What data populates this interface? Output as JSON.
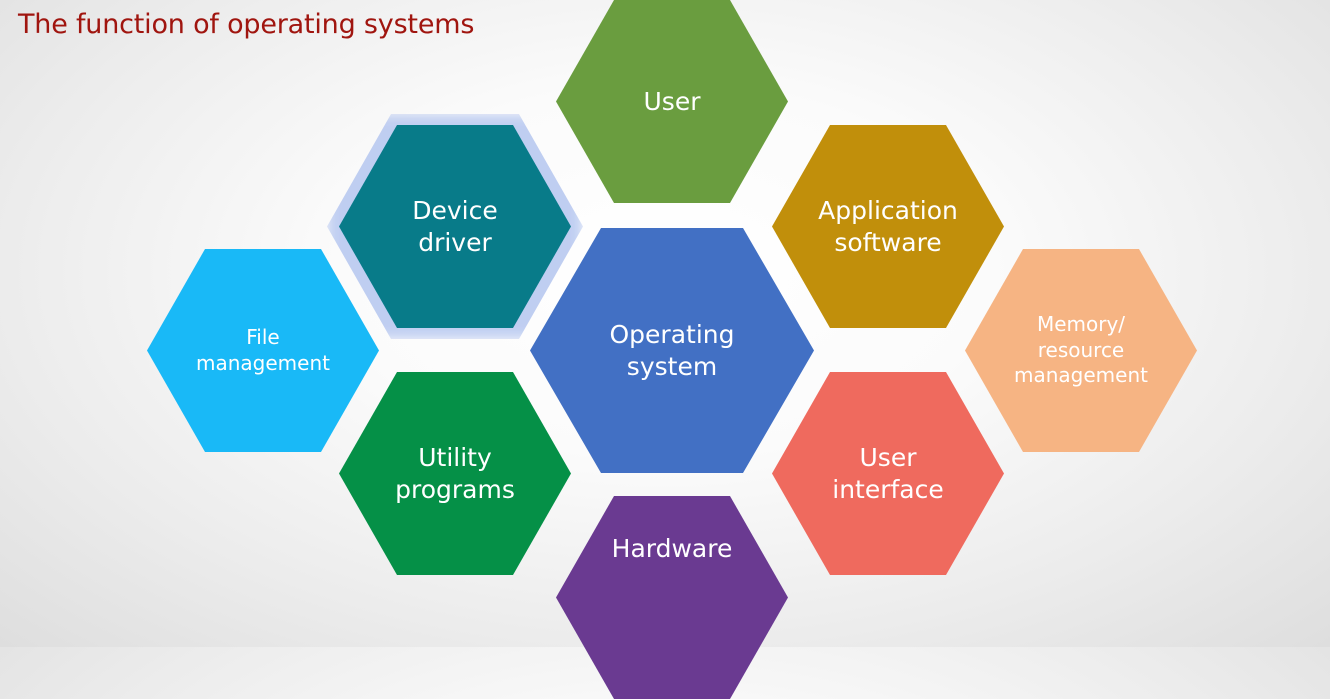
{
  "slide": {
    "title": "The function of operating systems"
  },
  "hexagons": {
    "user": {
      "label": "User",
      "color": "#6a9d3f"
    },
    "device_driver": {
      "label": "Device\ndriver",
      "color": "#087b89"
    },
    "application_software": {
      "label": "Application\nsoftware",
      "color": "#c18f0b"
    },
    "file_management": {
      "label": "File\nmanagement",
      "color": "#19b9f7"
    },
    "operating_system": {
      "label": "Operating\nsystem",
      "color": "#4270c4"
    },
    "memory_resource_management": {
      "label": "Memory/\nresource\nmanagement",
      "color": "#f6b483"
    },
    "utility_programs": {
      "label": "Utility\nprograms",
      "color": "#059047"
    },
    "user_interface": {
      "label": "User\ninterface",
      "color": "#ef6a5e"
    },
    "hardware": {
      "label": "Hardware",
      "color": "#6a3a91"
    }
  },
  "colors": {
    "title": "#a0150f",
    "highlight_glow": "#b9c9f0"
  }
}
